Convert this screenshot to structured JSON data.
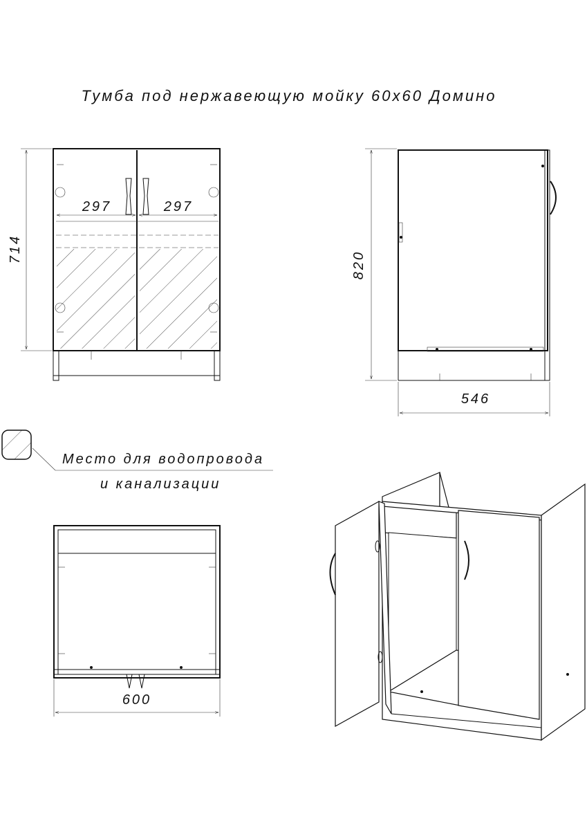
{
  "title": "Тумба под нержавеющую мойку 60х60 Домино",
  "front_view": {
    "door_width_left": "297",
    "door_width_right": "297",
    "height": "714"
  },
  "side_view": {
    "height": "820",
    "depth": "546"
  },
  "top_view": {
    "width": "600"
  },
  "legend": {
    "line1": "Место для водопровода",
    "line2": "и канализации"
  }
}
